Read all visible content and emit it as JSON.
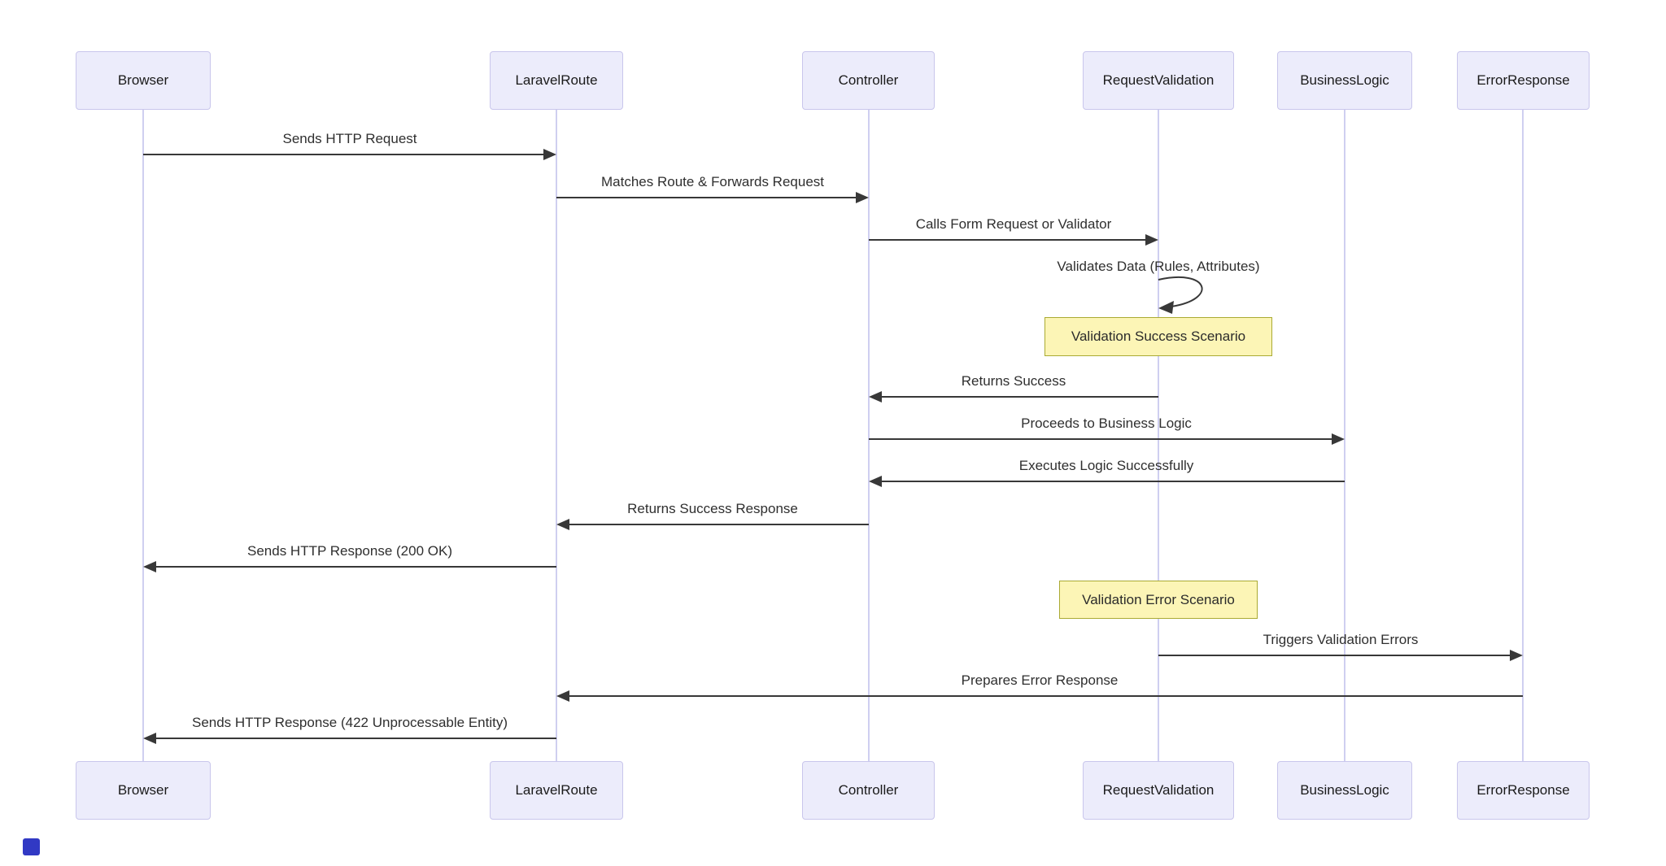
{
  "diagram_type": "sequence-diagram",
  "actors": [
    {
      "name": "Browser"
    },
    {
      "name": "LaravelRoute"
    },
    {
      "name": "Controller"
    },
    {
      "name": "RequestValidation"
    },
    {
      "name": "BusinessLogic"
    },
    {
      "name": "ErrorResponse"
    }
  ],
  "messages": [
    {
      "from": "Browser",
      "to": "LaravelRoute",
      "label": "Sends HTTP Request"
    },
    {
      "from": "LaravelRoute",
      "to": "Controller",
      "label": "Matches Route & Forwards Request"
    },
    {
      "from": "Controller",
      "to": "RequestValidation",
      "label": "Calls Form Request or Validator"
    },
    {
      "from": "RequestValidation",
      "to": "RequestValidation",
      "label": "Validates Data (Rules, Attributes)",
      "self": true
    },
    {
      "from": "RequestValidation",
      "to": "Controller",
      "label": "Returns Success"
    },
    {
      "from": "Controller",
      "to": "BusinessLogic",
      "label": "Proceeds to Business Logic"
    },
    {
      "from": "BusinessLogic",
      "to": "Controller",
      "label": "Executes Logic Successfully"
    },
    {
      "from": "Controller",
      "to": "LaravelRoute",
      "label": "Returns Success Response"
    },
    {
      "from": "LaravelRoute",
      "to": "Browser",
      "label": "Sends HTTP Response (200 OK)"
    },
    {
      "from": "RequestValidation",
      "to": "ErrorResponse",
      "label": "Triggers Validation Errors"
    },
    {
      "from": "ErrorResponse",
      "to": "LaravelRoute",
      "label": "Prepares Error Response"
    },
    {
      "from": "LaravelRoute",
      "to": "Browser",
      "label": "Sends HTTP Response (422 Unprocessable Entity)"
    }
  ],
  "notes": [
    {
      "over": "RequestValidation",
      "label": "Validation Success Scenario"
    },
    {
      "over": "RequestValidation",
      "label": "Validation Error Scenario"
    }
  ],
  "colors": {
    "actor_fill": "#ECECFB",
    "actor_border": "#C9C6EC",
    "lifeline": "#CFCFF0",
    "arrow": "#383838",
    "note_fill": "#FCF5B6",
    "note_border": "#AAAA33",
    "text": "#2F2F2F",
    "cursor": "#3139C4"
  }
}
